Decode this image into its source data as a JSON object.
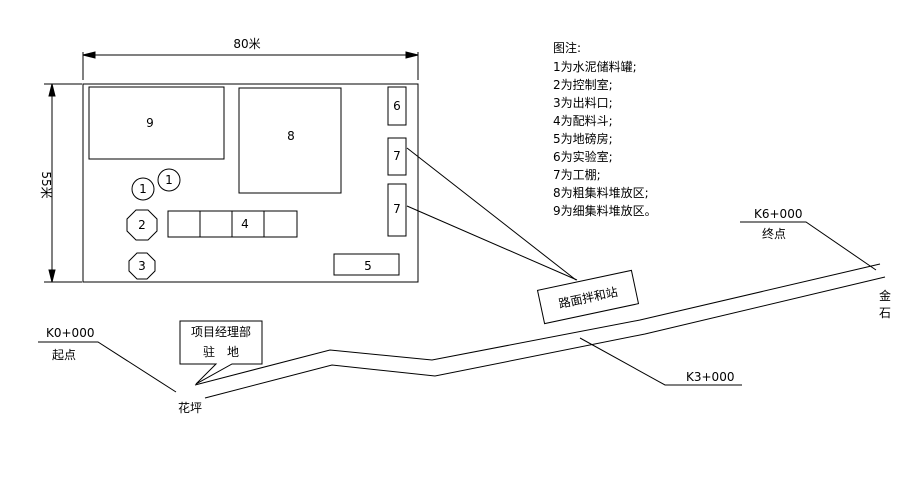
{
  "plan": {
    "width_label": "80米",
    "height_label": "55米",
    "zones": {
      "z9": "9",
      "z8": "8",
      "z6": "6",
      "z7a": "7",
      "z7b": "7",
      "z4": "4",
      "z5": "5",
      "z1a": "1",
      "z1b": "1",
      "z2": "2",
      "z3": "3"
    }
  },
  "legend": {
    "title": "图注:",
    "items": [
      "1为水泥储料罐;",
      "2为控制室;",
      "3为出料口;",
      "4为配料斗;",
      "5为地磅房;",
      "6为实验室;",
      "7为工棚;",
      "8为粗集料堆放区;",
      "9为细集料堆放区。"
    ]
  },
  "route": {
    "start_station": "K0+000",
    "start_label": "起点",
    "end_station": "K6+000",
    "end_label": "终点",
    "mid_station": "K3+000",
    "place_huaping": "花坪",
    "place_jin": "金",
    "place_shi": "石",
    "callout_line1": "项目经理部",
    "callout_line2": "驻　地",
    "mixing_station": "路面拌和站"
  }
}
